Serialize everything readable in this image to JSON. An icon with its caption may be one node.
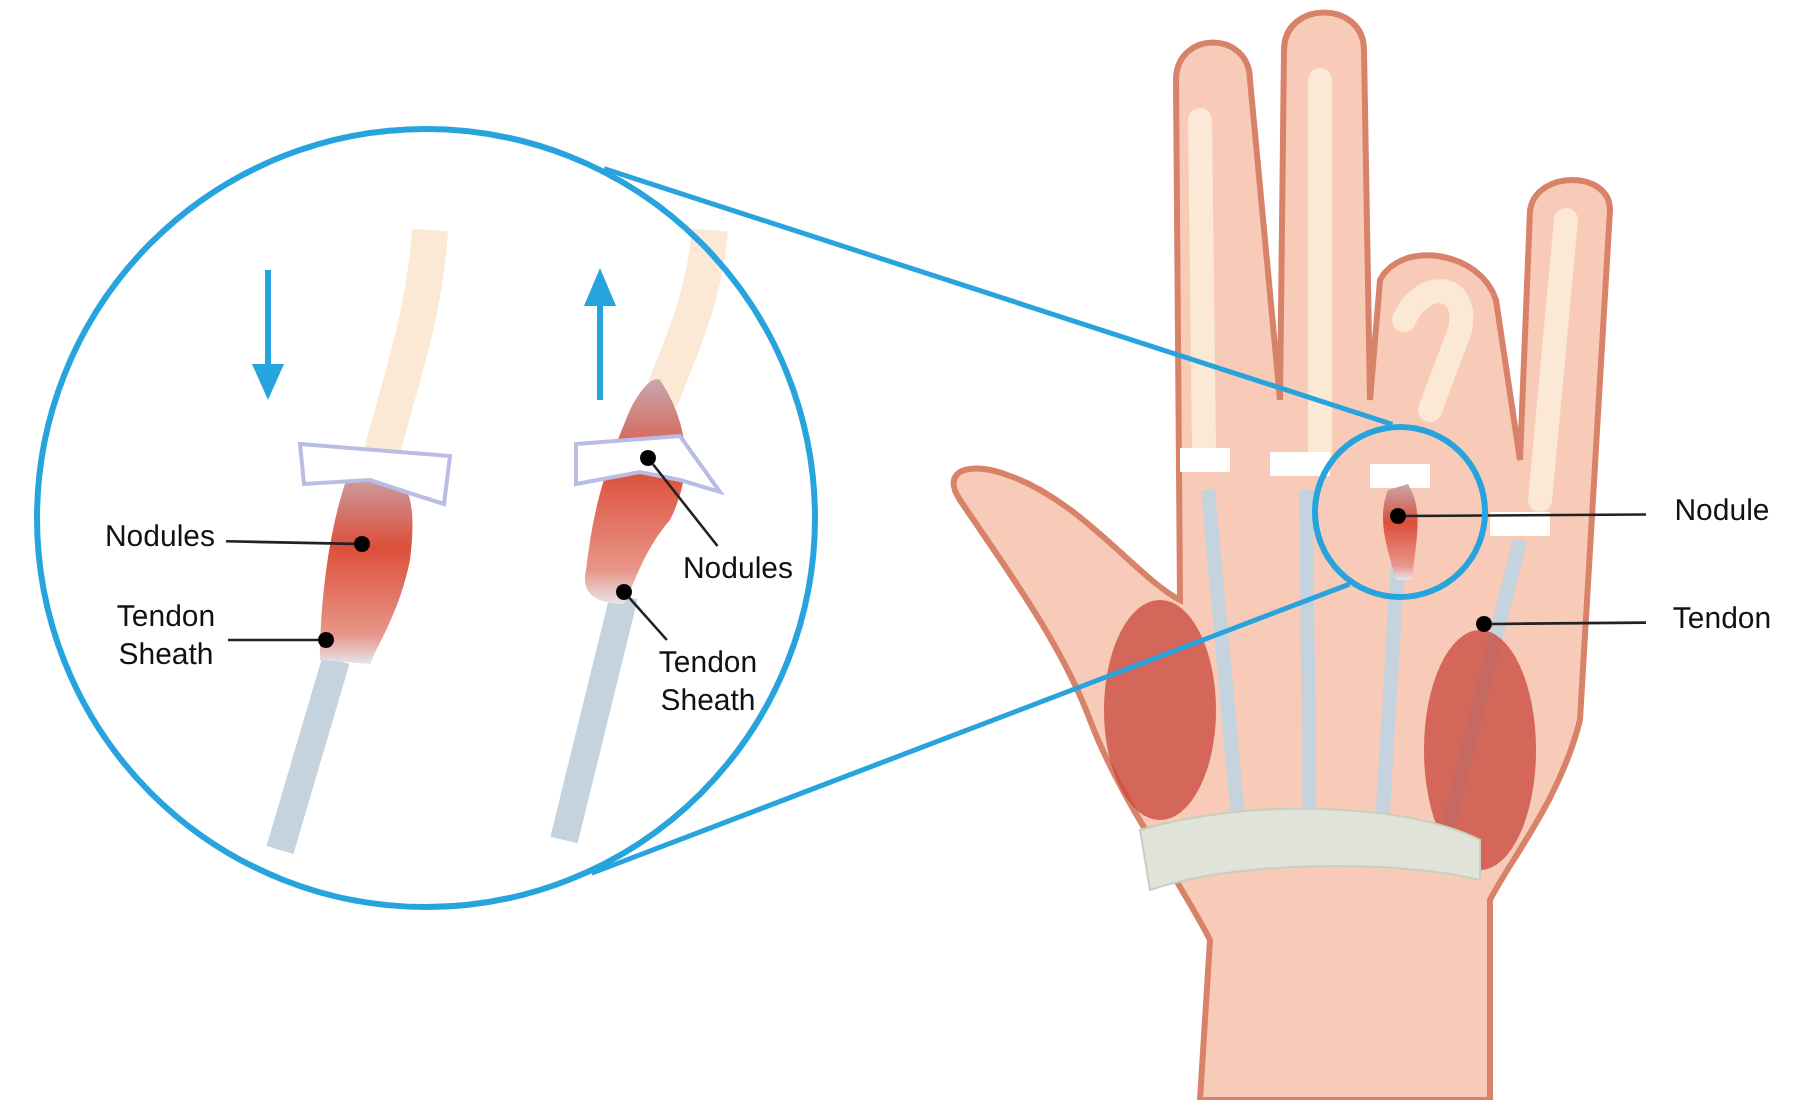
{
  "diagram": {
    "nodes": [
      {
        "text": [],
        "shape": "circle"
      },
      {
        "text": [
          "Nodules"
        ],
        "in": 0
      },
      {
        "text": [],
        "shape": "circle",
        "in": 0
      },
      {
        "text": [
          "Tendon Sheath"
        ],
        "in": 0
      },
      {
        "text": [],
        "shape": "circle",
        "in": 0
      },
      {
        "text": [
          "Nodules"
        ],
        "in": 0
      },
      {
        "text": [],
        "shape": "circle",
        "in": 0
      },
      {
        "text": [
          "Tendon Sheath"
        ],
        "in": 0
      },
      {
        "text": [],
        "shape": "circle",
        "in": 0
      },
      {
        "text": [],
        "shape": "circle"
      },
      {
        "text": [
          "Nodule"
        ]
      },
      {
        "text": [],
        "shape": "circle",
        "in": 9
      },
      {
        "text": [
          "Tendon"
        ]
      },
      {
        "text": [],
        "shape": "circle"
      }
    ],
    "edges": [
      {
        "from": 0,
        "to": 9,
        "arrow": "none",
        "color": "#27a3dd"
      },
      {
        "from": 0,
        "to": 9,
        "arrow": "none",
        "color": "#27a3dd"
      },
      {
        "from": 1,
        "to": 2,
        "arrow": "none"
      },
      {
        "from": 3,
        "to": 4,
        "arrow": "none"
      },
      {
        "from": 5,
        "to": 6,
        "arrow": "none"
      },
      {
        "from": 7,
        "to": 8,
        "arrow": "none"
      },
      {
        "from": 10,
        "to": 11,
        "arrow": "none"
      },
      {
        "from": 12,
        "to": 13,
        "arrow": "none"
      }
    ]
  }
}
